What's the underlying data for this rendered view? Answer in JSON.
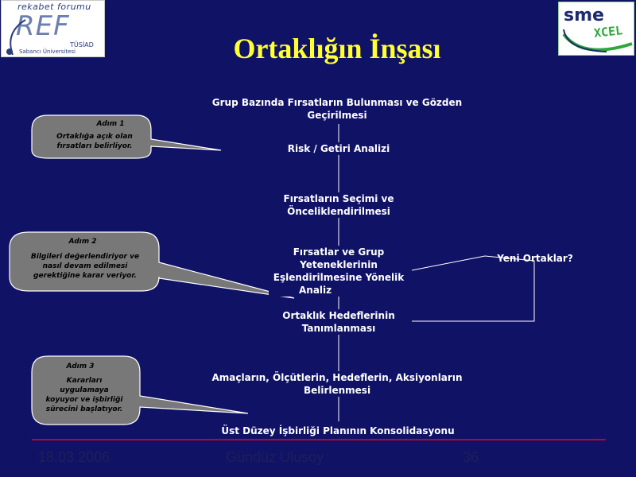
{
  "logos": {
    "ref_top": "rekabet forumu",
    "ref_big": "REF",
    "ref_mid": "TÜSİAD",
    "ref_bottom": "Sabancı Üniversitesi",
    "sme": "sme",
    "xcel": "XCEL"
  },
  "title": "Ortaklığın İnşası",
  "steps": [
    {
      "line1": "Grup Bazında Fırsatların Bulunması ve Gözden",
      "line2": "Geçirilmesi"
    },
    {
      "line1": "Risk / Getiri Analizi"
    },
    {
      "line1": "Fırsatların Seçimi ve",
      "line2": "Önceliklendirilmesi"
    },
    {
      "line1": "Fırsatlar ve Grup",
      "line2": "Yeteneklerinin",
      "line3": "Eşlendirilmesine Yönelik",
      "line4": "Analiz"
    },
    {
      "line1": "Ortaklık Hedeflerinin",
      "line2": "Tanımlanması"
    },
    {
      "line1": "Amaçların, Ölçütlerin, Hedeflerin, Aksiyonların",
      "line2": "Belirlenmesi"
    },
    {
      "line1": "Üst Düzey İşbirliği Planının Konsolidasyonu"
    }
  ],
  "side_note": "Yeni Ortaklar?",
  "callouts": [
    {
      "title": "Adım 1",
      "line1": "Ortaklığa açık olan",
      "line2": "fırsatları belirliyor."
    },
    {
      "title": "Adım 2",
      "line1": "Bilgileri değerlendiriyor ve",
      "line2": "nasıl devam edilmesi",
      "line3": "gerektiğine karar veriyor."
    },
    {
      "title": "Adım 3",
      "line1": "Kararları",
      "line2": "uygulamaya",
      "line3": "koyuyor ve işbirliği",
      "line4": "sürecini başlatıyor."
    }
  ],
  "footer": {
    "date": "18.03.2006",
    "author": "Gündüz Ulusoy",
    "page": "36"
  },
  "colors": {
    "background": "#101266",
    "title": "#ffff33",
    "callout_fill": "#7a7a7a",
    "footer_line": "#c0002a",
    "footer_text": "#1e1f5a"
  }
}
